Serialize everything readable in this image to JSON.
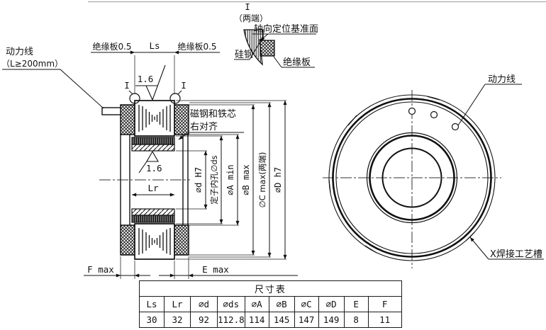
{
  "detail_view": {
    "callout": "I",
    "ends_note": "（两端）",
    "datum_label": "轴向定位基准面",
    "silicon_steel_label": "硅钢",
    "insulation_label": "绝缘板"
  },
  "section_view": {
    "power_lead_label": "动力线",
    "power_lead_note": "（L≥200mm）",
    "insulation_left_label": "绝缘板0.5",
    "insulation_right_label": "绝缘板0.5",
    "stator_length_label": "Ls",
    "rotor_length_label": "Lr",
    "roughness_top": "1.6",
    "roughness_bore": "1.6",
    "detail_callout_left": "I",
    "detail_callout_right": "I",
    "align_note_line1": "磁钢和铁芯",
    "align_note_line2": "右对齐",
    "dims": {
      "rotor_bore": "∅d H7",
      "stator_bore": "定子内孔∅ds",
      "winding_bore": "∅A min",
      "outer_b": "∅B max",
      "outer_c": "∅C max(两端)",
      "outer_d": "∅D h7",
      "end_e": "E max",
      "end_f": "F max"
    }
  },
  "front_view": {
    "power_lead_label": "动力线",
    "weld_groove_label": "X焊接工艺槽"
  },
  "dim_table": {
    "title": "尺寸表",
    "headers": [
      "Ls",
      "Lr",
      "∅d",
      "∅ds",
      "∅A",
      "∅B",
      "∅C",
      "∅D",
      "E",
      "F"
    ],
    "values": [
      "30",
      "32",
      "92",
      "112.8",
      "114",
      "145",
      "147",
      "149",
      "8",
      "11"
    ]
  }
}
